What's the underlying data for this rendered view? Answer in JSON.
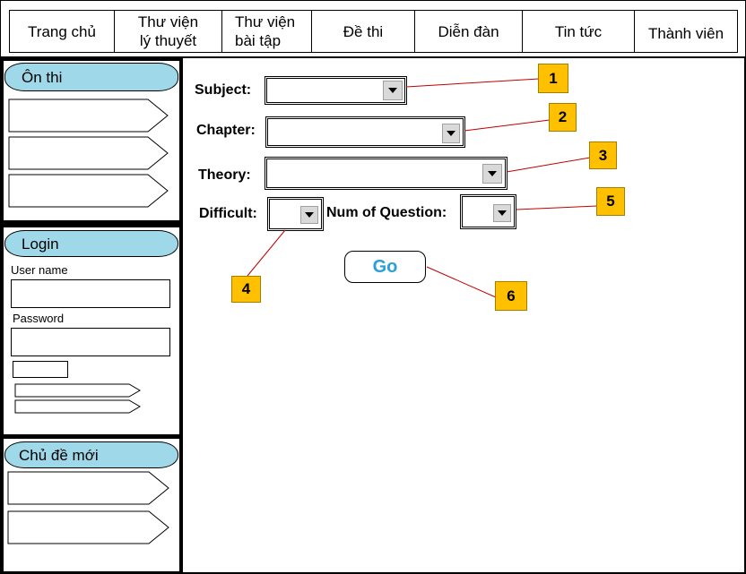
{
  "nav": {
    "items": [
      {
        "line1": "Trang chủ",
        "line2": ""
      },
      {
        "line1": "Thư viện",
        "line2": "lý thuyết"
      },
      {
        "line1": "Thư viện",
        "line2": "bài tập"
      },
      {
        "line1": "Đề thi",
        "line2": ""
      },
      {
        "line1": "Diễn đàn",
        "line2": ""
      },
      {
        "line1": "Tin tức",
        "line2": ""
      },
      {
        "line1": "Thành viên",
        "line2": ""
      }
    ]
  },
  "sidebar": {
    "on_thi": {
      "title": "Ôn thi"
    },
    "login": {
      "title": "Login",
      "username_label": "User name",
      "password_label": "Password",
      "username_value": "",
      "password_value": ""
    },
    "chu_de_moi": {
      "title": "Chủ đề mới"
    }
  },
  "form": {
    "subject_label": "Subject:",
    "chapter_label": "Chapter:",
    "theory_label": "Theory:",
    "difficult_label": "Difficult:",
    "num_question_label": "Num of Question:",
    "subject_value": "",
    "chapter_value": "",
    "theory_value": "",
    "difficult_value": "",
    "num_question_value": "",
    "go_label": "Go"
  },
  "callouts": [
    "1",
    "2",
    "3",
    "4",
    "5",
    "6"
  ],
  "colors": {
    "pill": "#9fd8e8",
    "callout": "#ffc000",
    "go_text": "#2a9fd8",
    "leader_line": "#c00000"
  },
  "icons": {
    "dropdown": "triangle-down-icon",
    "sidebar_item": "arrow-tag-shape"
  }
}
